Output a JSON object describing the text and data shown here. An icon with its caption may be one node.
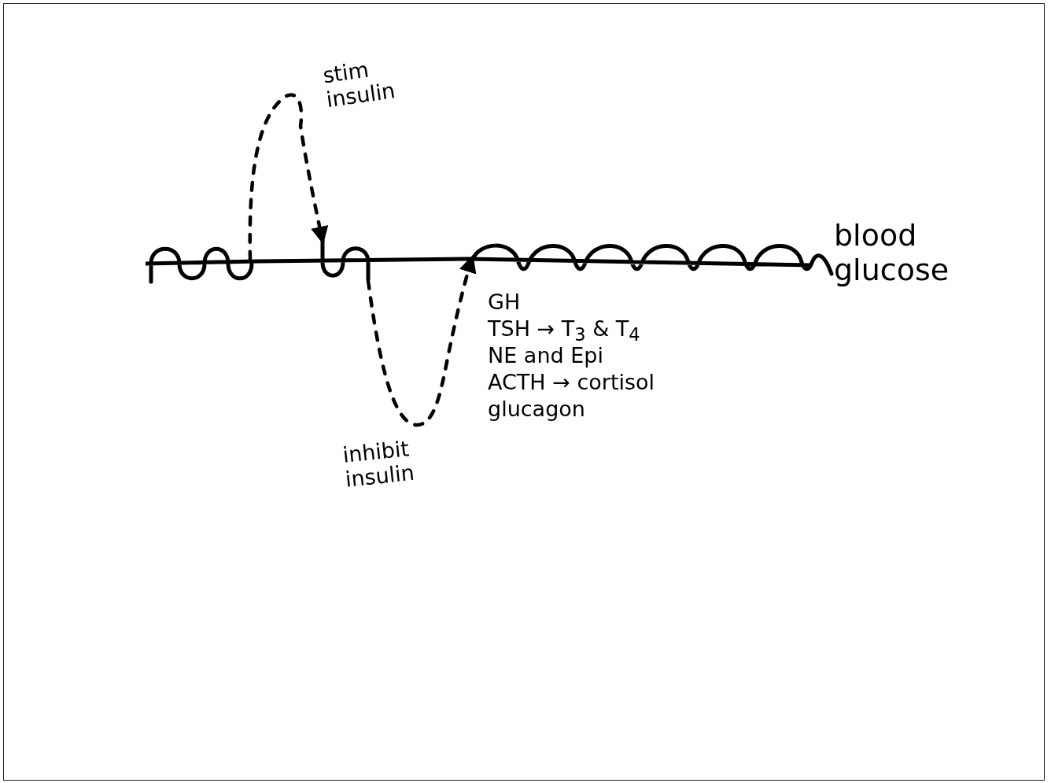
{
  "diagram": {
    "nodes": [
      {
        "text": [],
        "shape": "curve"
      },
      {
        "text": [],
        "shape": "curve"
      },
      {
        "text": [],
        "shape": "curve",
        "beside": [
          "blood glucose"
        ]
      }
    ],
    "edges": [
      {
        "from": 0,
        "to": 1,
        "arrow": "to",
        "style": "dashed",
        "label": "stim insulin"
      },
      {
        "from": 1,
        "to": 2,
        "arrow": "to",
        "style": "dashed",
        "label": "inhibit insulin"
      }
    ],
    "labels": [
      "GH",
      "TSH → T$_{3}$ & T$_{4}$",
      "NE and Epi",
      "ACTH → cortisol",
      "glucagon"
    ]
  }
}
